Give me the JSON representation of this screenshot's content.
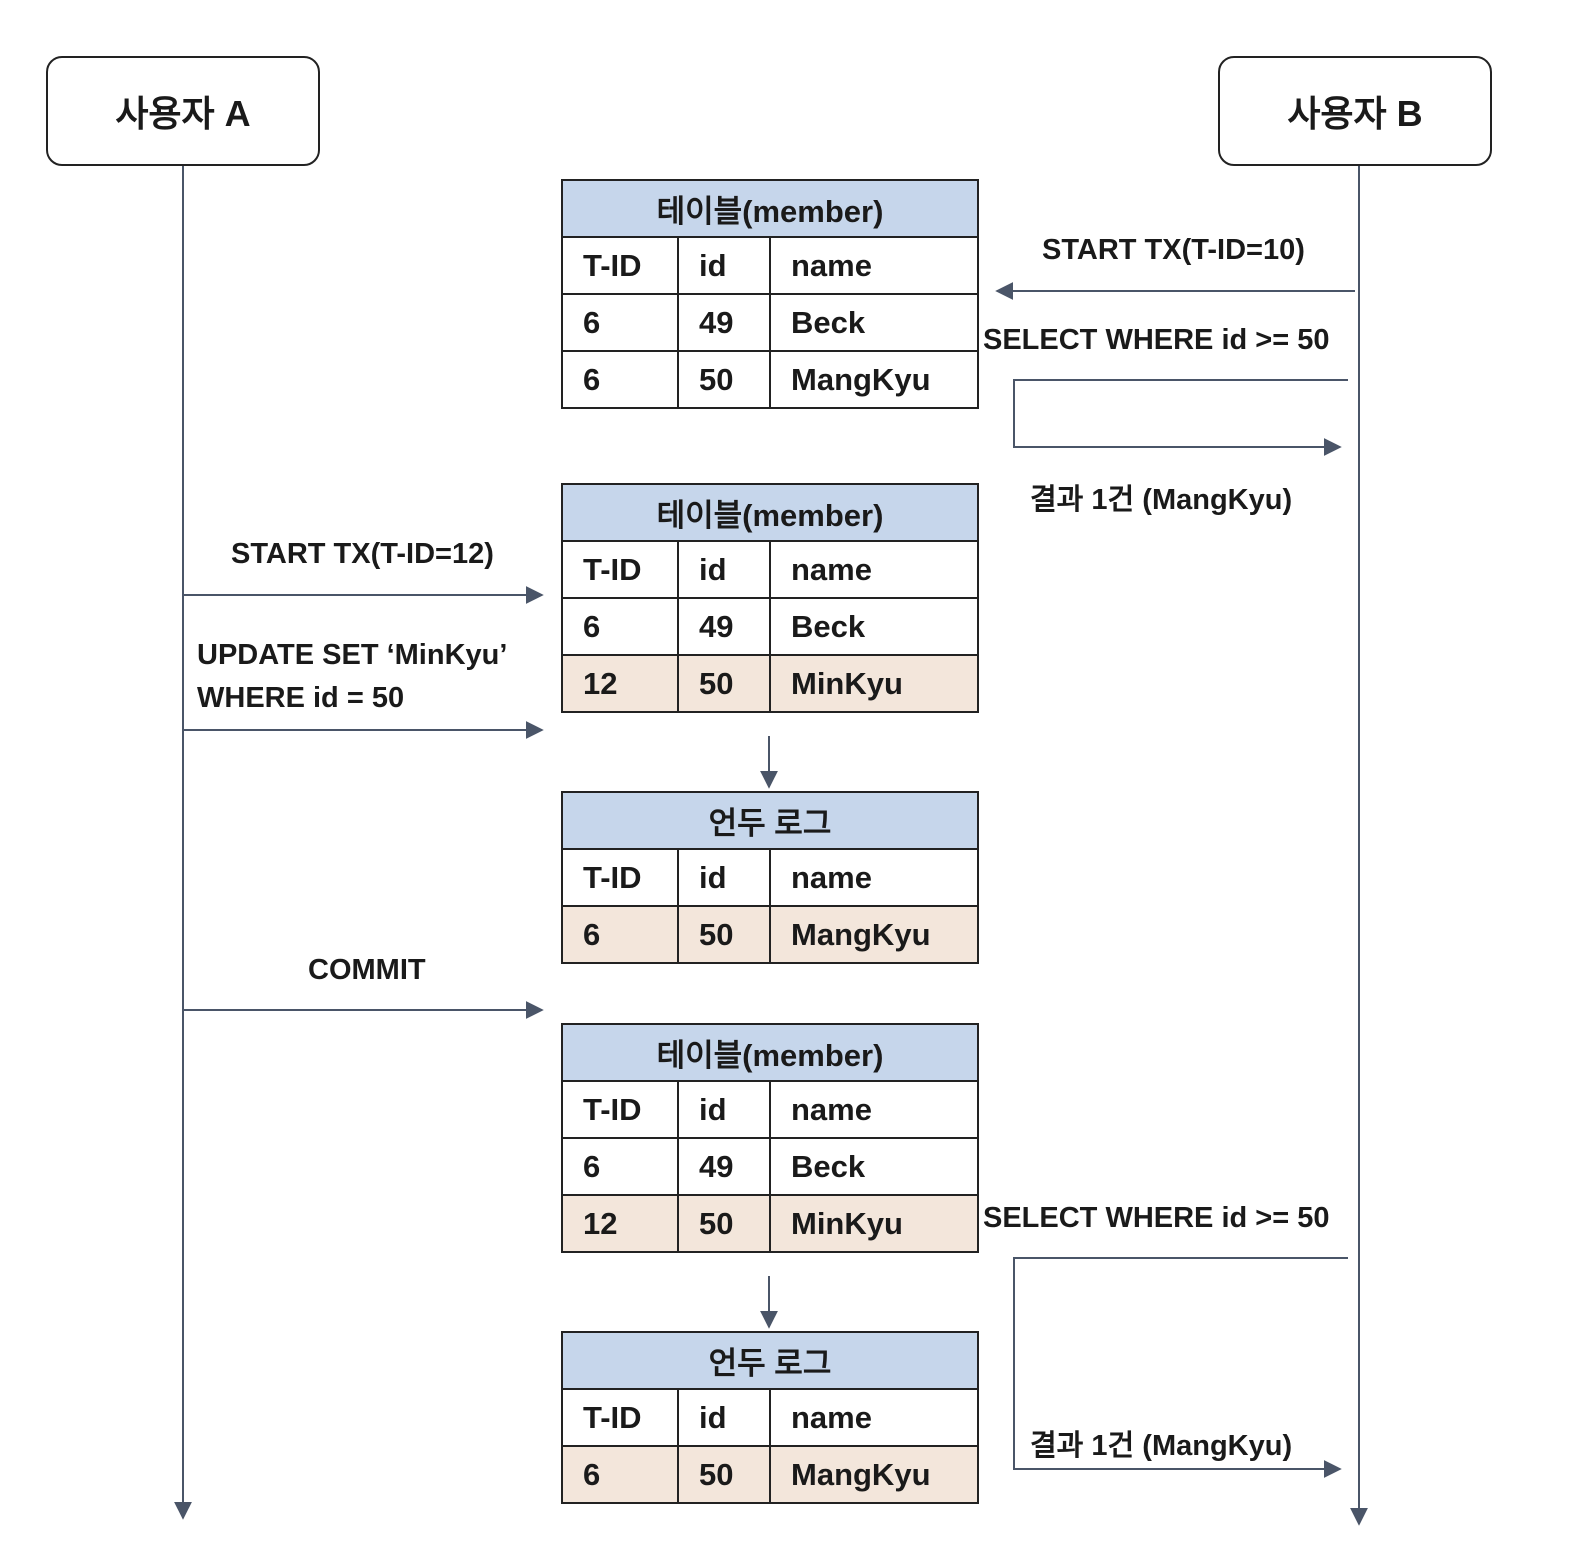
{
  "actors": {
    "a": "사용자 A",
    "b": "사용자 B"
  },
  "tables": [
    {
      "title": "테이블(member)",
      "headers": [
        "T-ID",
        "id",
        "name"
      ],
      "rows": [
        {
          "cells": [
            "6",
            "49",
            "Beck"
          ],
          "highlight": false
        },
        {
          "cells": [
            "6",
            "50",
            "MangKyu"
          ],
          "highlight": false
        }
      ]
    },
    {
      "title": "테이블(member)",
      "headers": [
        "T-ID",
        "id",
        "name"
      ],
      "rows": [
        {
          "cells": [
            "6",
            "49",
            "Beck"
          ],
          "highlight": false
        },
        {
          "cells": [
            "12",
            "50",
            "MinKyu"
          ],
          "highlight": true
        }
      ]
    },
    {
      "title": "언두 로그",
      "headers": [
        "T-ID",
        "id",
        "name"
      ],
      "rows": [
        {
          "cells": [
            "6",
            "50",
            "MangKyu"
          ],
          "highlight": true
        }
      ]
    },
    {
      "title": "테이블(member)",
      "headers": [
        "T-ID",
        "id",
        "name"
      ],
      "rows": [
        {
          "cells": [
            "6",
            "49",
            "Beck"
          ],
          "highlight": false
        },
        {
          "cells": [
            "12",
            "50",
            "MinKyu"
          ],
          "highlight": true
        }
      ]
    },
    {
      "title": "언두 로그",
      "headers": [
        "T-ID",
        "id",
        "name"
      ],
      "rows": [
        {
          "cells": [
            "6",
            "50",
            "MangKyu"
          ],
          "highlight": true
        }
      ]
    }
  ],
  "messages": {
    "b_start": "START TX(T-ID=10)",
    "b_select_1": "SELECT WHERE id >= 50",
    "b_result_1": "결과 1건 (MangKyu)",
    "a_start": "START TX(T-ID=12)",
    "a_update_1": "UPDATE SET ‘MinKyu’",
    "a_update_2": "WHERE id = 50",
    "a_commit": "COMMIT",
    "b_select_2": "SELECT WHERE id >= 50",
    "b_result_2": "결과 1건 (MangKyu)"
  },
  "colors": {
    "header_fill": "#c6d6eb",
    "highlight_fill": "#f3e6db",
    "line": "#4a5568"
  }
}
